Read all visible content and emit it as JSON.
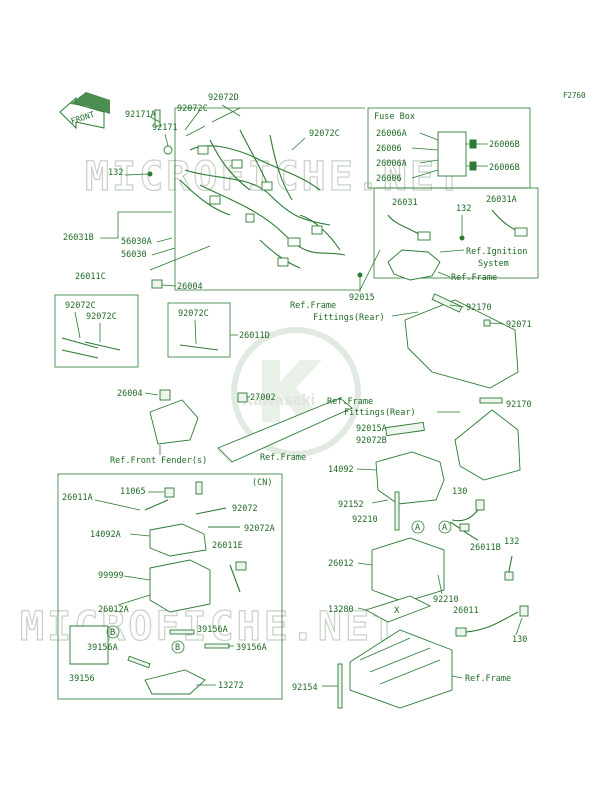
{
  "figure_code": "F2760",
  "front_arrow": "FRONT",
  "watermark": "MICROFICHE.NET",
  "logo_text": "Kawasaki",
  "fuse_box": {
    "title": "Fuse Box",
    "parts": [
      "26006A",
      "26006",
      "26006A",
      "26006",
      "26006B",
      "26006B"
    ]
  },
  "cn_label": "(CN)",
  "refs": {
    "ignition_1": "Ref.Ignition",
    "ignition_2": "System",
    "frame_a": "Ref.Frame",
    "frame_fittings_1_a": "Ref.Frame",
    "frame_fittings_1_b": "Fittings(Rear)",
    "frame_fittings_2_a": "Ref.Frame",
    "frame_fittings_2_b": "Fittings(Rear)",
    "front_fender": "Ref.Front Fender(s)",
    "frame_b": "Ref.Frame",
    "frame_c": "Ref.Frame"
  },
  "parts": {
    "p92171A": "92171A",
    "p92171": "92171",
    "p92072C_a": "92072C",
    "p92072D": "92072D",
    "p92072C_b": "92072C",
    "p132_a": "132",
    "p26031B": "26031B",
    "p56030A": "56030A",
    "p56030": "56030",
    "p26004_a": "26004",
    "p26031": "26031",
    "p132_b": "132",
    "p26031A": "26031A",
    "p92015": "92015",
    "p26011C": "26011C",
    "p92072C_c": "92072C",
    "p92072C_d": "92072C",
    "p92072C_e": "92072C",
    "p26011D": "26011D",
    "p92170_a": "92170",
    "p92071": "92071",
    "p26004_b": "26004",
    "p27002": "27002",
    "p92015A": "92015A",
    "p92072B": "92072B",
    "p92170_b": "92170",
    "p14092": "14092",
    "p26011A": "26011A",
    "p11065": "11065",
    "p92072": "92072",
    "p92072A": "92072A",
    "p14092A": "14092A",
    "p26011E": "26011E",
    "p99999": "99999",
    "p26012A": "26012A",
    "p39156A_a": "39156A",
    "p39156A_b": "39156A",
    "p39156A_c": "39156A",
    "p39156": "39156",
    "p13272": "13272",
    "p92152": "92152",
    "p92210_a": "92210",
    "p130_a": "130",
    "p26011B": "26011B",
    "p26012": "26012",
    "p92210_b": "92210",
    "p132_c": "132",
    "p13280": "13280",
    "p26011": "26011",
    "p130_b": "130",
    "p92154": "92154"
  },
  "callouts": {
    "a1": "A",
    "a2": "A",
    "b1": "B",
    "b2": "B"
  }
}
